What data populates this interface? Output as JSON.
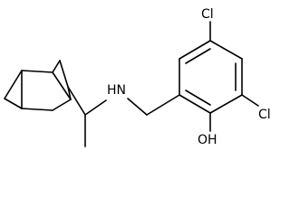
{
  "molecule": {
    "atoms": {
      "cl_top": "Cl",
      "cl_right": "Cl",
      "nh": "HN",
      "oh": "OH"
    }
  },
  "colors": {
    "background": "#ffffff",
    "bond": "#000000",
    "label": "#000000"
  }
}
